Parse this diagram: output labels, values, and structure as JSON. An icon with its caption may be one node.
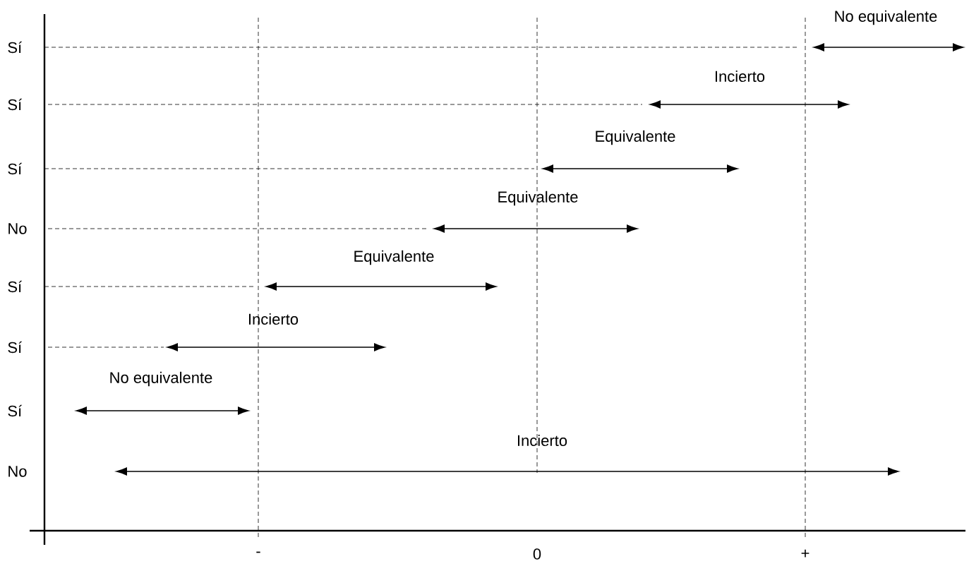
{
  "diagram": {
    "labels": [
      "No equivalente",
      "Sí",
      "Incierto",
      "Sí",
      "Equivalente",
      "Sí",
      "Equivalente",
      "No",
      "Equivalente",
      "Sí",
      "Incierto",
      "Sí",
      "No equivalente",
      "Sí",
      "Incierto",
      "No",
      "-",
      "0",
      "+"
    ]
  }
}
